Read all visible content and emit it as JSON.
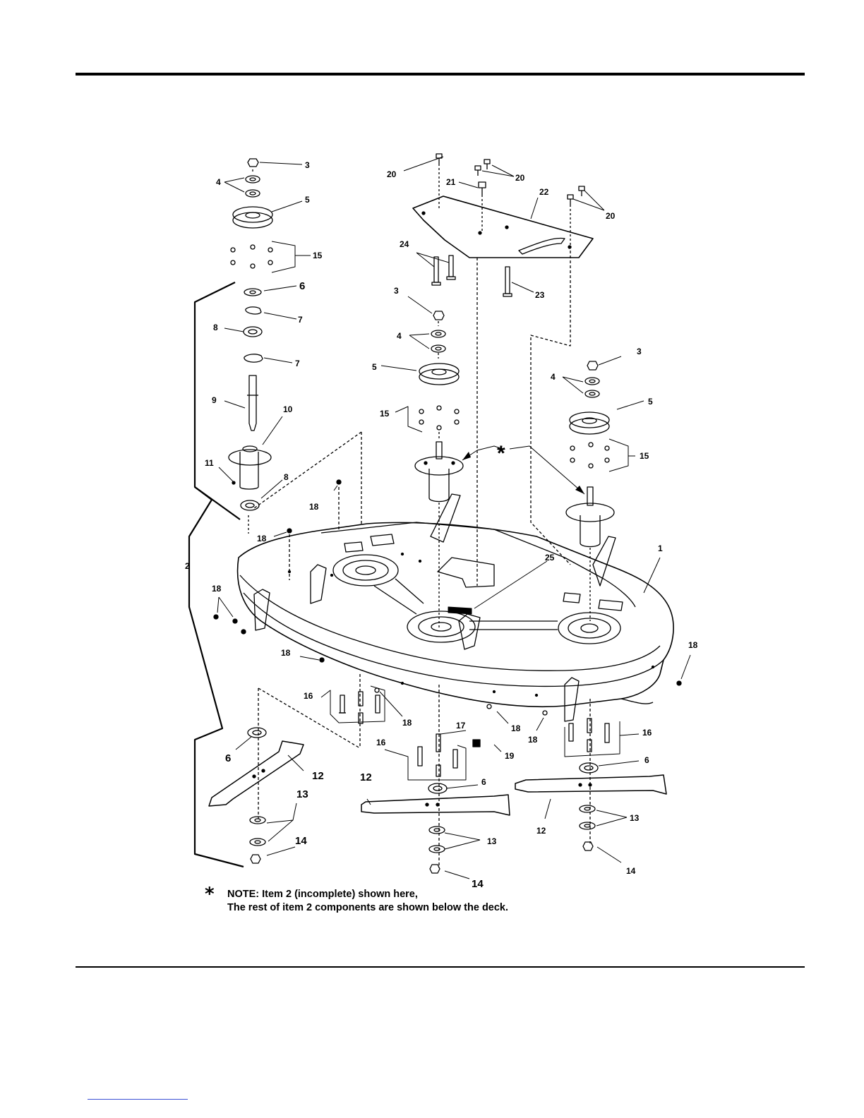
{
  "labels": {
    "l1": "1",
    "l2": "2",
    "l3a": "3",
    "l3b": "3",
    "l3c": "3",
    "l4a": "4",
    "l4b": "4",
    "l4c": "4",
    "l5a": "5",
    "l5b": "5",
    "l5c": "5",
    "l6a": "6",
    "l6b": "6",
    "l6c": "6",
    "l6d": "6",
    "l7a": "7",
    "l7b": "7",
    "l8a": "8",
    "l8b": "8",
    "l9": "9",
    "l10": "10",
    "l11": "11",
    "l12a": "12",
    "l12b": "12",
    "l12c": "12",
    "l13a": "13",
    "l13b": "13",
    "l13c": "13",
    "l14a": "14",
    "l14b": "14",
    "l14c": "14",
    "l15a": "15",
    "l15b": "15",
    "l15c": "15",
    "l16a": "16",
    "l16b": "16",
    "l16c": "16",
    "l17": "17",
    "l18a": "18",
    "l18b": "18",
    "l18c": "18",
    "l18d": "18",
    "l18e": "18",
    "l18f": "18",
    "l18g": "18",
    "l18h": "18",
    "l19": "19",
    "l20a": "20",
    "l20b": "20",
    "l20c": "20",
    "l21": "21",
    "l22": "22",
    "l23": "23",
    "l24": "24",
    "l25": "25",
    "star": "*"
  },
  "note": {
    "star": "*",
    "line1": "NOTE: Item 2 (incomplete) shown here,",
    "line2": "The rest of item 2 components are shown below the deck."
  }
}
